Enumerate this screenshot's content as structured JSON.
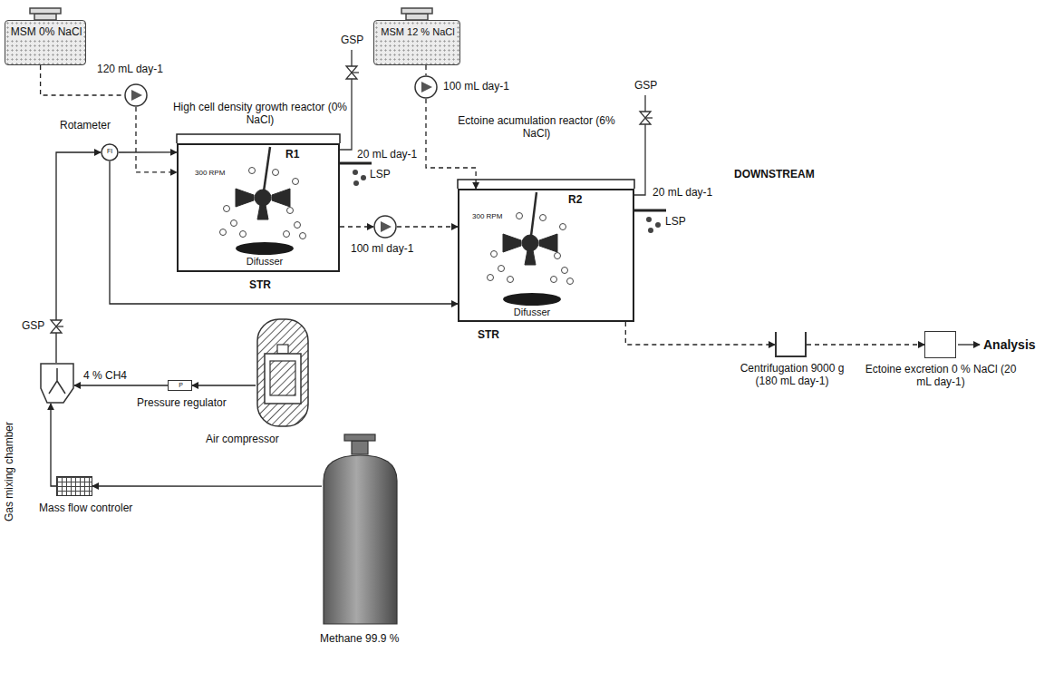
{
  "diagram": {
    "nodes": [
      {
        "text": [
          "MSM 0% NaCl"
        ]
      },
      {
        "text": [
          "120 mL day-1"
        ]
      },
      {
        "text": [
          "High cell density growth reactor (0% NaCl)",
          "R1",
          "300 RPM",
          "STR"
        ]
      },
      {
        "text": [
          "Difusser"
        ],
        "in": 2
      },
      {
        "text": [
          "MSM 12 % NaCl"
        ]
      },
      {
        "text": [
          "100 mL day-1"
        ]
      },
      {
        "text": [
          "100 ml day-1"
        ]
      },
      {
        "text": [
          "Ectoine acumulation reactor (6% NaCl)",
          "R2",
          "300 RPM",
          "STR"
        ]
      },
      {
        "text": [
          "Difusser"
        ],
        "in": 7
      },
      {
        "text": [
          "Rotameter",
          "FI"
        ]
      },
      {
        "text": [
          "Gas mixing chamber"
        ]
      },
      {
        "text": [
          "Pressure regulator",
          "P"
        ]
      },
      {
        "text": [
          "Air compressor"
        ]
      },
      {
        "text": [
          "Mass flow controler"
        ]
      },
      {
        "text": [
          "Methane 99.9 %"
        ]
      },
      {
        "text": [
          "Centrifugation 9000 g (180 mL day-1)"
        ]
      },
      {
        "text": [
          "Ectoine excretion 0 % NaCl (20 mL day-1)"
        ]
      }
    ],
    "edges": [
      {
        "from": 0,
        "to": 1,
        "arrow": "none"
      },
      {
        "from": 1,
        "to": 2,
        "arrow": "to"
      },
      {
        "from": 4,
        "to": 5,
        "arrow": "none"
      },
      {
        "from": 5,
        "to": 7,
        "arrow": "to"
      },
      {
        "from": 2,
        "to": 6,
        "arrow": "to"
      },
      {
        "from": 6,
        "to": 7,
        "arrow": "to"
      },
      {
        "from": 7,
        "to": 15,
        "arrow": "to"
      },
      {
        "from": 15,
        "to": 16,
        "arrow": "to"
      },
      {
        "from": 14,
        "to": 13,
        "arrow": "to"
      },
      {
        "from": 13,
        "to": 10,
        "arrow": "to"
      },
      {
        "from": 12,
        "to": 11,
        "arrow": "to"
      },
      {
        "from": 11,
        "to": 10,
        "arrow": "to"
      },
      {
        "from": 10,
        "to": 9,
        "arrow": "to"
      },
      {
        "from": 9,
        "to": 2,
        "arrow": "to"
      },
      {
        "from": 9,
        "to": 7,
        "arrow": "to"
      }
    ],
    "labels": [
      "GSP",
      "20 mL day-1",
      "LSP",
      "GSP",
      "20 mL day-1",
      "LSP",
      "GSP",
      "4 % CH4",
      "DOWNSTREAM",
      "Analysis"
    ]
  }
}
